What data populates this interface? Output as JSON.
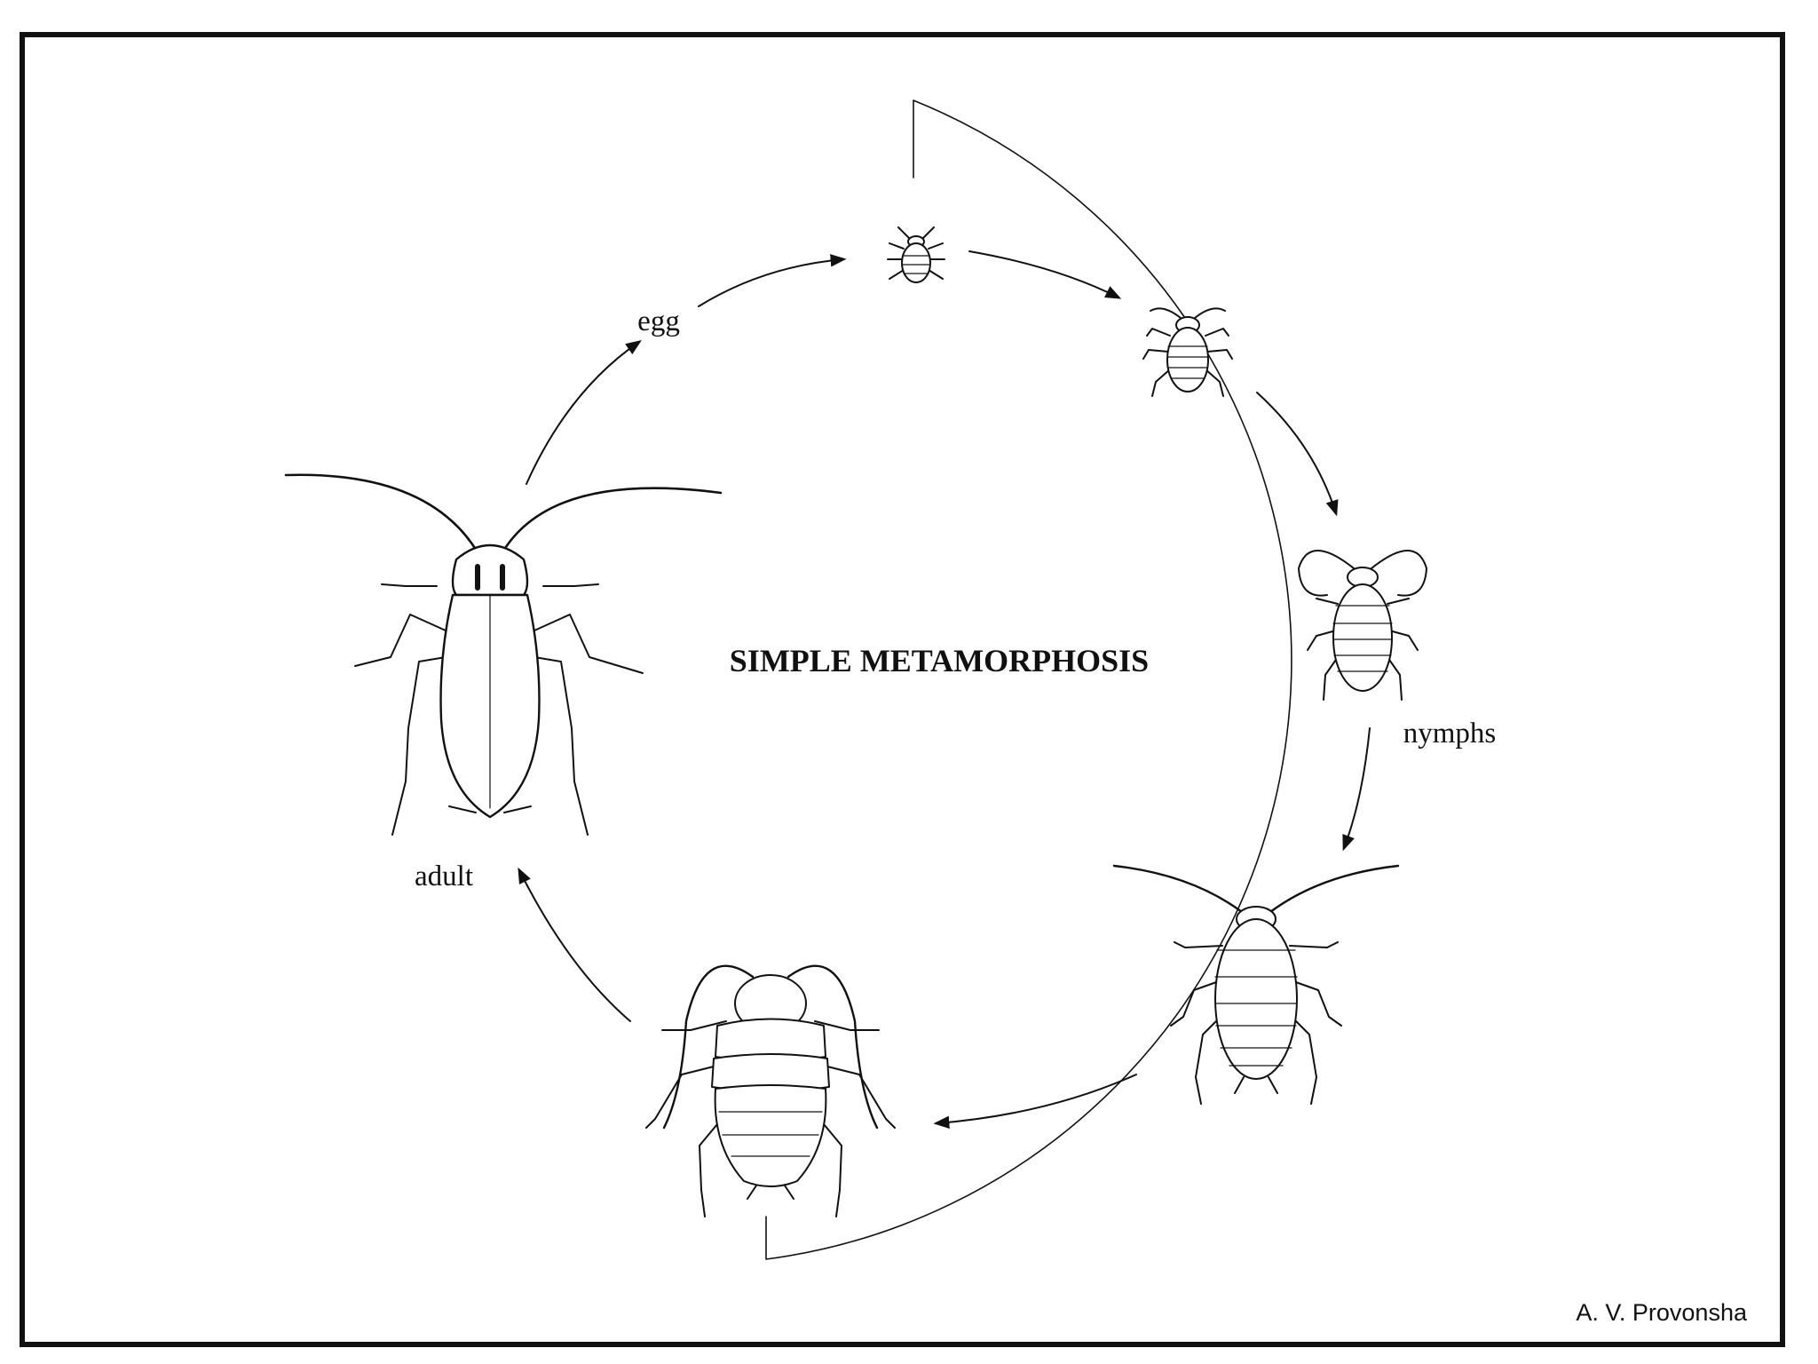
{
  "title": "SIMPLE METAMORPHOSIS",
  "labels": {
    "egg": "egg",
    "nymphs": "nymphs",
    "adult": "adult"
  },
  "credit": "A. V. Provonsha",
  "stages": [
    {
      "id": "nymph-1",
      "icon": "nymph-tiny-icon"
    },
    {
      "id": "nymph-2",
      "icon": "nymph-small-icon"
    },
    {
      "id": "nymph-3",
      "icon": "nymph-medium-icon"
    },
    {
      "id": "nymph-4",
      "icon": "nymph-large-icon"
    },
    {
      "id": "nymph-5",
      "icon": "nymph-wing-pads-icon"
    },
    {
      "id": "adult",
      "icon": "adult-cockroach-icon"
    }
  ],
  "colors": {
    "ink": "#111111",
    "background": "#ffffff"
  }
}
